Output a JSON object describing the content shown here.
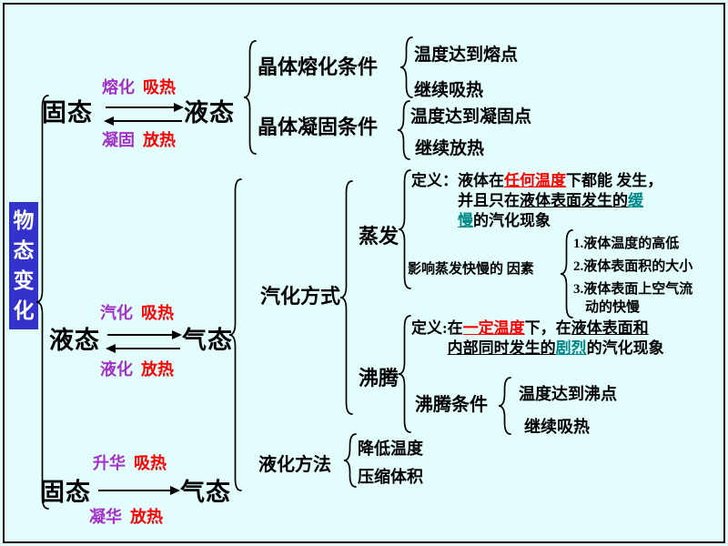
{
  "slide": {
    "title_vertical": "物态变化"
  },
  "rows": {
    "solid_liquid": {
      "left": "固态",
      "right": "液态",
      "forward": "熔化",
      "forward_heat": "吸热",
      "backward": "凝固",
      "backward_heat": "放热"
    },
    "liquid_gas": {
      "left": "液态",
      "right": "气态",
      "forward": "汽化",
      "forward_heat": "吸热",
      "backward": "液化",
      "backward_heat": "放热"
    },
    "solid_gas": {
      "left": "固态",
      "right": "气态",
      "forward": "升华",
      "forward_heat": "吸热",
      "backward": "凝华",
      "backward_heat": "放热"
    }
  },
  "melting": {
    "head": "晶体熔化条件",
    "item1": "温度达到熔点",
    "item2": "继续吸热"
  },
  "freezing": {
    "head": "晶体凝固条件",
    "item1": "温度达到凝固点",
    "item2": "继续放热"
  },
  "vaporization": {
    "head": "汽化方式"
  },
  "evaporation": {
    "head": "蒸发",
    "def_label": "定义：",
    "def_segments": [
      {
        "t": "液体在",
        "s": ""
      },
      {
        "t": "任何温度",
        "s": "ru"
      },
      {
        "t": "下都能 发生，\n并且只在",
        "s": ""
      },
      {
        "t": "液体表面发生的",
        "s": "u"
      },
      {
        "t": "缓\n慢",
        "s": "tu"
      },
      {
        "t": "的汽化现象",
        "s": ""
      }
    ],
    "factors_head": "影响蒸发快慢的 因素",
    "factors": [
      "1.液体温度的高低",
      "2.液体表面积的大小",
      "3.液体表面上空气流\n动的快慢"
    ]
  },
  "boiling": {
    "head": "沸腾",
    "def_label": "定义:",
    "def_segments": [
      {
        "t": "在",
        "s": ""
      },
      {
        "t": "一定温度",
        "s": "ru"
      },
      {
        "t": "下，在",
        "s": ""
      },
      {
        "t": "液体表面和\n内部同时发生的",
        "s": "u"
      },
      {
        "t": "剧烈",
        "s": "tu"
      },
      {
        "t": "的汽化现象",
        "s": ""
      }
    ],
    "cond_head": "沸腾条件",
    "cond1": "温度达到沸点",
    "cond2": "继续吸热"
  },
  "liquefaction": {
    "head": "液化方法",
    "item1": "降低温度",
    "item2": "压缩体积"
  },
  "colors": {
    "purple": "#a330c9",
    "red": "#ff0000",
    "teal": "#008888",
    "title_bg": "#3333cc"
  }
}
